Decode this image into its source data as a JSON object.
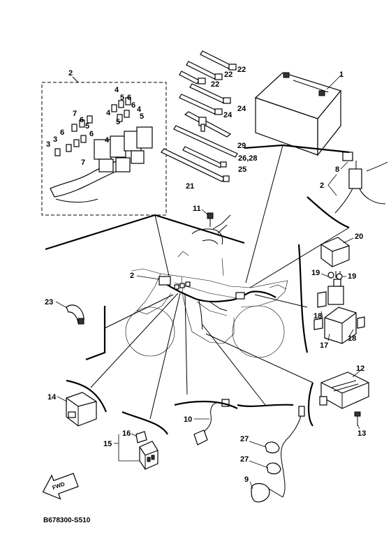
{
  "diagram_code": "B678300-S510",
  "fwd_label": "FWD",
  "callouts": {
    "c1": "1",
    "c2_box": "2",
    "c2_relay": "2",
    "c2_bike": "2",
    "c3a": "3",
    "c3b": "3",
    "c4a": "4",
    "c4b": "4",
    "c4c": "4",
    "c4d": "4",
    "c5a": "5",
    "c5b": "5",
    "c5c": "5",
    "c5d": "5",
    "c6a": "6",
    "c6b": "6",
    "c6c": "6",
    "c6d": "6",
    "c6e": "6",
    "c7a": "7",
    "c7b": "7",
    "c8": "8",
    "c9": "9",
    "c10": "10",
    "c11": "11",
    "c12": "12",
    "c13": "13",
    "c14": "14",
    "c15": "15",
    "c16": "16",
    "c17": "17",
    "c18a": "18",
    "c18b": "18",
    "c19a": "19",
    "c19b": "19",
    "c20": "20",
    "c21": "21",
    "c22a": "22",
    "c22b": "22",
    "c22c": "22",
    "c23": "23",
    "c24a": "24",
    "c24b": "24",
    "c25": "25",
    "c26_28": "26,28",
    "c27a": "27",
    "c27b": "27",
    "c29": "29"
  }
}
